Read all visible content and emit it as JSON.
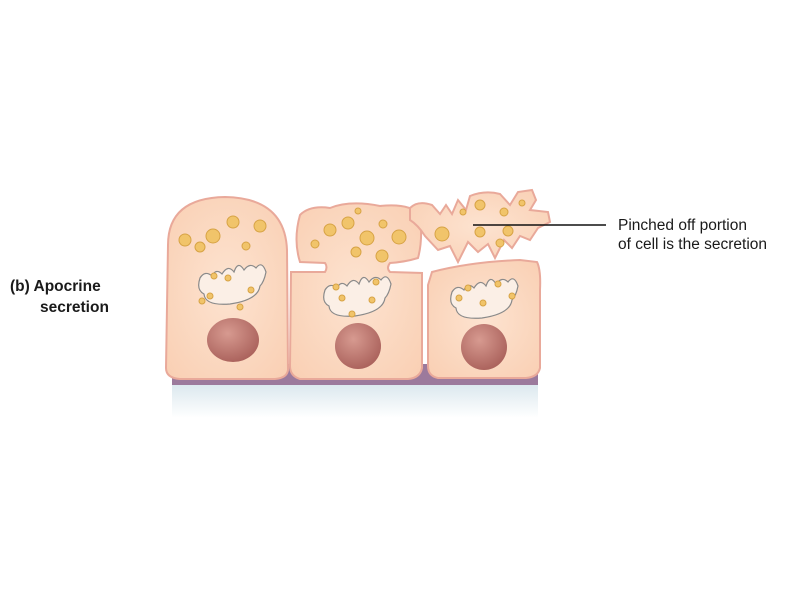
{
  "figure": {
    "panel_label": "(b) Apocrine",
    "panel_label_line2": "secretion",
    "callout_line1": "Pinched off portion",
    "callout_line2": "of cell is the secretion"
  },
  "colors": {
    "cell_fill": "#fcd9bf",
    "cell_stroke": "#e9a99a",
    "nucleus": "#b56e66",
    "granule": "#f1c46a",
    "basement_membrane": "#9c7a9c"
  }
}
